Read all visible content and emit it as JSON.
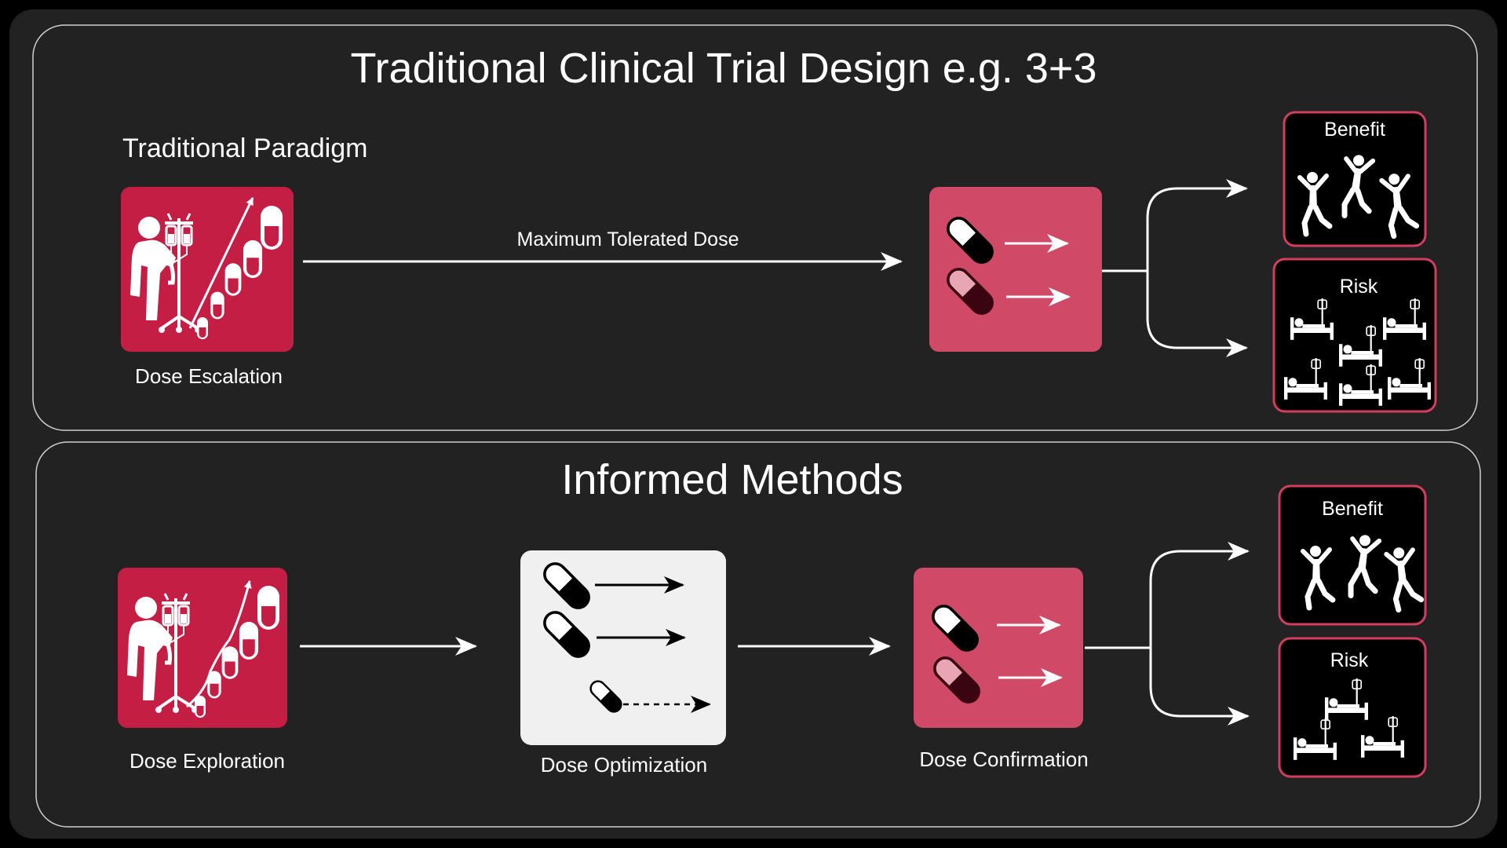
{
  "colors": {
    "background": "#000000",
    "panel": "#222222",
    "panel_border": "#cfcfcf",
    "crimson": "#c41e45",
    "pink": "#d04a67",
    "light_box": "#f0f0f0",
    "outcome_border": "#d23d60",
    "white": "#ffffff"
  },
  "top": {
    "title": "Traditional Clinical Trial Design e.g. 3+3",
    "paradigm": "Traditional Paradigm",
    "escalation_label": "Dose Escalation",
    "arrow_label": "Maximum Tolerated Dose",
    "benefit_title": "Benefit",
    "risk_title": "Risk"
  },
  "bottom": {
    "title": "Informed Methods",
    "exploration_label": "Dose Exploration",
    "optimization_label": "Dose Optimization",
    "confirmation_label": "Dose Confirmation",
    "benefit_title": "Benefit",
    "risk_title": "Risk"
  },
  "icons": {
    "patient": "patient-iv-drip-icon",
    "pill": "capsule-pill-icon",
    "person": "jumping-person-icon",
    "bed": "hospital-bed-icon"
  }
}
